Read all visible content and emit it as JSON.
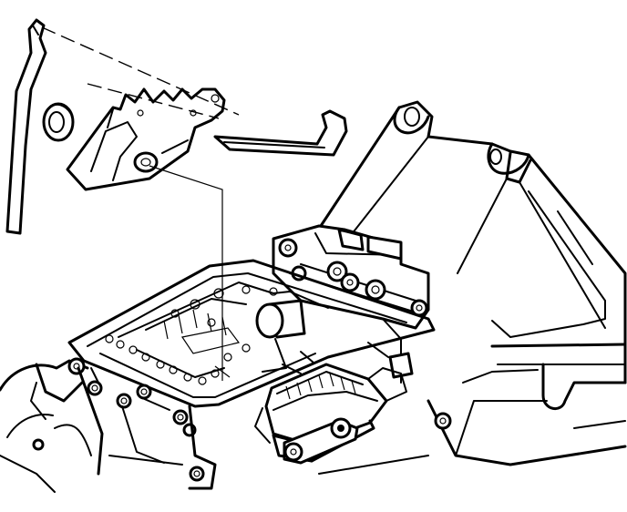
{
  "diagram": {
    "colors": {
      "line": "#000000",
      "background": "#ffffff"
    },
    "parts": [
      {
        "name": "shift-rod",
        "icon": "rod-icon"
      },
      {
        "name": "washer",
        "icon": "washer-icon"
      },
      {
        "name": "detent-lever",
        "icon": "lever-icon"
      },
      {
        "name": "link-rod",
        "icon": "link-icon"
      },
      {
        "name": "transmission-case",
        "icon": "case-icon"
      },
      {
        "name": "valve-body",
        "icon": "valve-body-icon"
      },
      {
        "name": "range-switch",
        "icon": "switch-icon"
      }
    ]
  }
}
